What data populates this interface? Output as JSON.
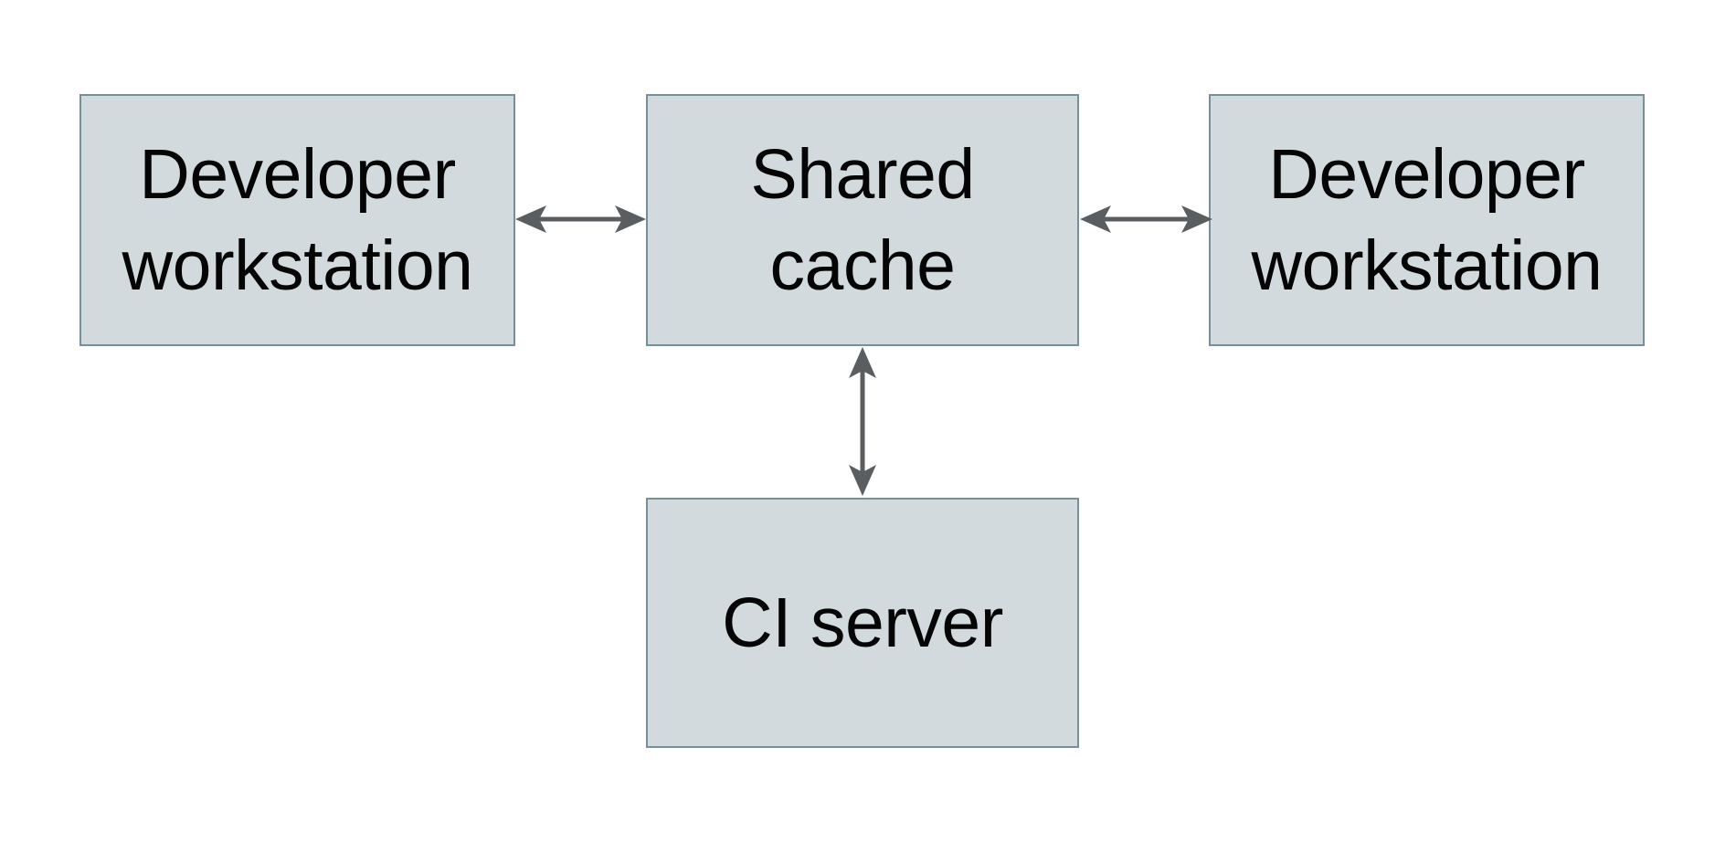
{
  "diagram": {
    "type": "architecture-diagram",
    "background": "#ffffff",
    "nodes": [
      {
        "id": "developer-workstation-left",
        "label": "Developer workstation"
      },
      {
        "id": "shared-cache",
        "label": "Shared cache"
      },
      {
        "id": "developer-workstation-right",
        "label": "Developer workstation"
      },
      {
        "id": "ci-server",
        "label": "CI server"
      }
    ],
    "edges": [
      {
        "from": "developer-workstation-left",
        "to": "shared-cache",
        "type": "bidirectional-arrow"
      },
      {
        "from": "shared-cache",
        "to": "developer-workstation-right",
        "type": "bidirectional-arrow"
      },
      {
        "from": "shared-cache",
        "to": "ci-server",
        "type": "bidirectional-arrow"
      }
    ],
    "colors": {
      "node_fill": "#d3dadd",
      "node_border": "#75909a",
      "arrow": "#5a5e61",
      "text": "#050505",
      "background": "#ffffff"
    }
  }
}
